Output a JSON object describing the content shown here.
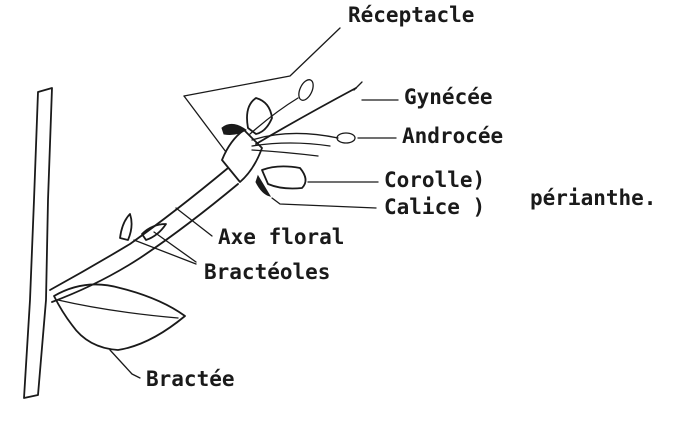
{
  "labels": {
    "receptacle": "Réceptacle",
    "gynecee": "Gynécée",
    "androcee": "Androcée",
    "corolle": "Corolle)",
    "calice": "Calice )",
    "perianthe": "périanthe.",
    "axe_floral": "Axe floral",
    "bracteoles": "Bractéoles",
    "bractee": "Bractée"
  }
}
